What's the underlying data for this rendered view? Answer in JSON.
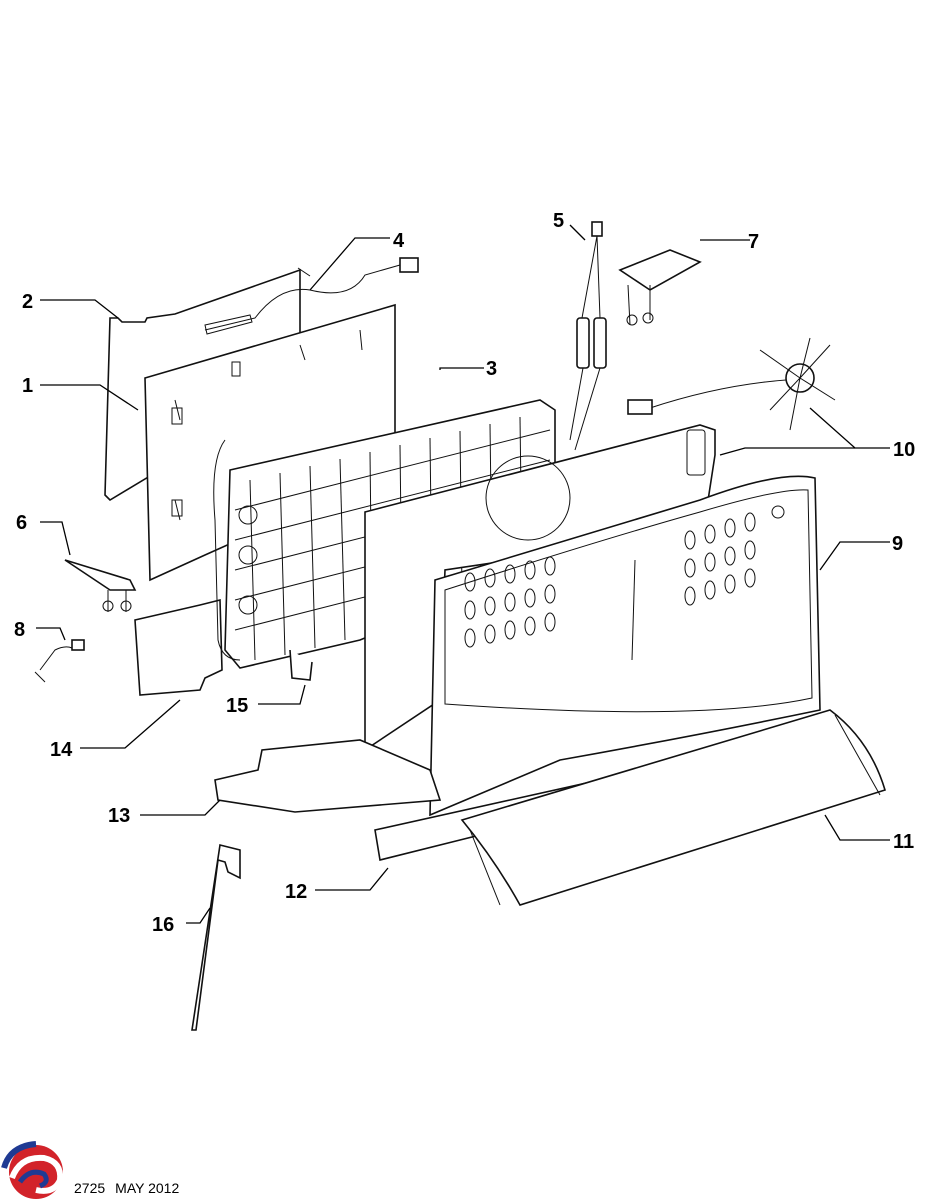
{
  "diagram": {
    "callouts": [
      "1",
      "2",
      "3",
      "4",
      "5",
      "6",
      "7",
      "8",
      "9",
      "10",
      "11",
      "12",
      "13",
      "14",
      "15",
      "16"
    ]
  },
  "footer": {
    "code": "2725",
    "date": "MAY 2012",
    "logo_icon": "swirl-logo-icon",
    "logo_colors": [
      "#d2232a",
      "#1f3a93"
    ]
  }
}
